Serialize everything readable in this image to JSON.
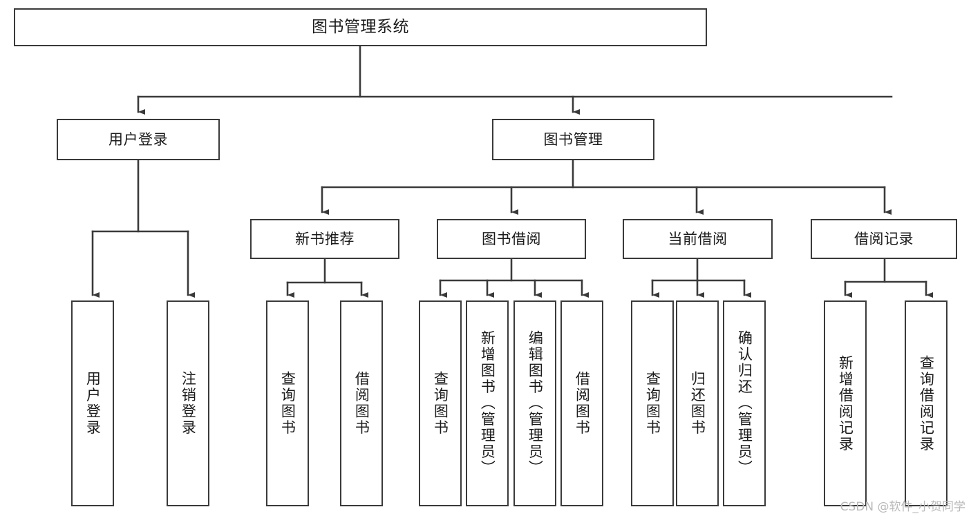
{
  "diagram": {
    "title": "图书管理系统",
    "type": "tree-hierarchy-diagram",
    "watermark": "CSDN @软件_小贺同学",
    "colors": {
      "stroke": "#3a3a3a",
      "fill": "#ffffff",
      "text": "#1b1b1b",
      "watermark": "#b9b9b9"
    },
    "nodes": {
      "root": {
        "label": "图书管理系统"
      },
      "level1": [
        {
          "id": "user-login",
          "label": "用户登录"
        },
        {
          "id": "book-management",
          "label": "图书管理"
        }
      ],
      "level2": [
        {
          "id": "new-book-recommend",
          "label": "新书推荐"
        },
        {
          "id": "book-borrow",
          "label": "图书借阅"
        },
        {
          "id": "current-borrow",
          "label": "当前借阅"
        },
        {
          "id": "borrow-record",
          "label": "借阅记录"
        }
      ],
      "leaves": {
        "user_login": [
          {
            "id": "leaf-user-login",
            "label": "用户登录"
          },
          {
            "id": "leaf-logout-login",
            "label": "注销登录"
          }
        ],
        "new_book_recommend": [
          {
            "id": "leaf-query-book-1",
            "label": "查询图书"
          },
          {
            "id": "leaf-borrow-book-1",
            "label": "借阅图书"
          }
        ],
        "book_borrow": [
          {
            "id": "leaf-query-book-2",
            "label": "查询图书"
          },
          {
            "id": "leaf-add-book",
            "label": "新增图书（管理员）"
          },
          {
            "id": "leaf-edit-book",
            "label": "编辑图书（管理员）"
          },
          {
            "id": "leaf-borrow-book-2",
            "label": "借阅图书"
          }
        ],
        "current_borrow": [
          {
            "id": "leaf-query-book-3",
            "label": "查询图书"
          },
          {
            "id": "leaf-return-book",
            "label": "归还图书"
          },
          {
            "id": "leaf-confirm-return",
            "label": "确认归还（管理员）"
          }
        ],
        "borrow_record": [
          {
            "id": "leaf-add-record",
            "label": "新增借阅记录"
          },
          {
            "id": "leaf-query-record",
            "label": "查询借阅记录"
          }
        ]
      }
    }
  }
}
